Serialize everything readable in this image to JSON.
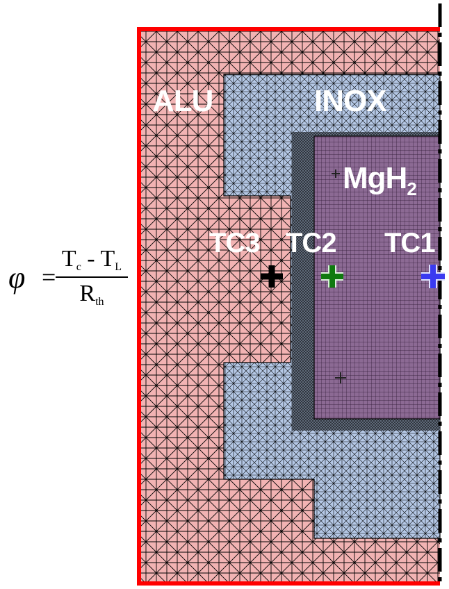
{
  "materials": {
    "outer": "ALU",
    "middle": "INOX",
    "inner_main": "MgH",
    "inner_sub": "2"
  },
  "thermocouples": [
    {
      "name": "TC3",
      "color": "#000000"
    },
    {
      "name": "TC2",
      "color": "#0f7a0f"
    },
    {
      "name": "TC1",
      "color": "#3a3af0"
    }
  ],
  "formula": {
    "lhs": "φ",
    "equals": "=",
    "num_a": "T",
    "num_a_sub": "c",
    "num_op": " - ",
    "num_b": "T",
    "num_b_sub": "L",
    "den": "R",
    "den_sub": "th"
  },
  "colors": {
    "alu": "#f2b3b3",
    "inox": "#b5c8e6",
    "mgh2": "#8c6a94",
    "mesh": "#000000",
    "wall": "#ff0000",
    "axis": "#000000"
  }
}
